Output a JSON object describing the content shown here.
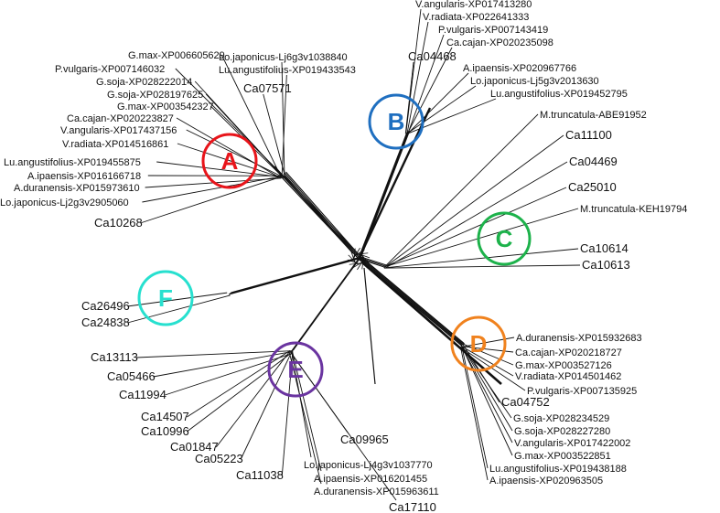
{
  "clades": [
    {
      "key": "A",
      "label": "A",
      "color": "#e8141a"
    },
    {
      "key": "B",
      "label": "B",
      "color": "#1f6fc0"
    },
    {
      "key": "C",
      "label": "C",
      "color": "#1db24b"
    },
    {
      "key": "D",
      "label": "D",
      "color": "#f0821e"
    },
    {
      "key": "E",
      "label": "E",
      "color": "#6a34a0"
    },
    {
      "key": "F",
      "label": "F",
      "color": "#27e0cf"
    }
  ],
  "leaves": {
    "A": [
      "G.max-XP006605629",
      "P.vulgaris-XP007146032",
      "G.soja-XP028222014",
      "G.soja-XP028197625",
      "G.max-XP003542327",
      "Ca.cajan-XP020223827",
      "V.angularis-XP017437156",
      "V.radiata-XP014516861",
      "Lu.angustifolius-XP019455875",
      "A.ipaensis-XP016166718",
      "A.duranensis-XP015973610",
      "Lo.japonicus-Lj2g3v2905060",
      "Ca10268"
    ],
    "A2": [
      "Lo.japonicus-Lj6g3v1038840",
      "Lu.angustifolius-XP019433543",
      "Ca07571"
    ],
    "B": [
      "V.angularis-XP017413280",
      "V.radiata-XP022641333",
      "P.vulgaris-XP007143419",
      "Ca.cajan-XP020235098",
      "Ca04468",
      "A.ipaensis-XP020967766",
      "Lo.japonicus-Lj5g3v2013630",
      "Lu.angustifolius-XP019452795"
    ],
    "C": [
      "M.truncatula-ABE91952",
      "Ca11100",
      "Ca04469",
      "Ca25010",
      "M.truncatula-KEH19794",
      "Ca10614",
      "Ca10613"
    ],
    "D": [
      "A.duranensis-XP015932683",
      "Ca.cajan-XP020218727",
      "G.max-XP003527126",
      "V.radiata-XP014501462",
      "P.vulgaris-XP007135925",
      "Ca04752",
      "G.soja-XP028234529",
      "G.soja-XP028227280",
      "V.angularis-XP017422002",
      "G.max-XP003522851",
      "Lu.angustifolius-XP019438188",
      "A.ipaensis-XP020963505"
    ],
    "E": [
      "Ca13113",
      "Ca05466",
      "Ca11994",
      "Ca14507",
      "Ca10996",
      "Ca01847",
      "Ca05223",
      "Ca11038",
      "Ca09965",
      "Lo.japonicus-Lj4g3v1037770",
      "A.ipaensis-XP016201455",
      "A.duranensis-XP015963611",
      "Ca17110"
    ],
    "F": [
      "Ca26496",
      "Ca24838"
    ]
  }
}
